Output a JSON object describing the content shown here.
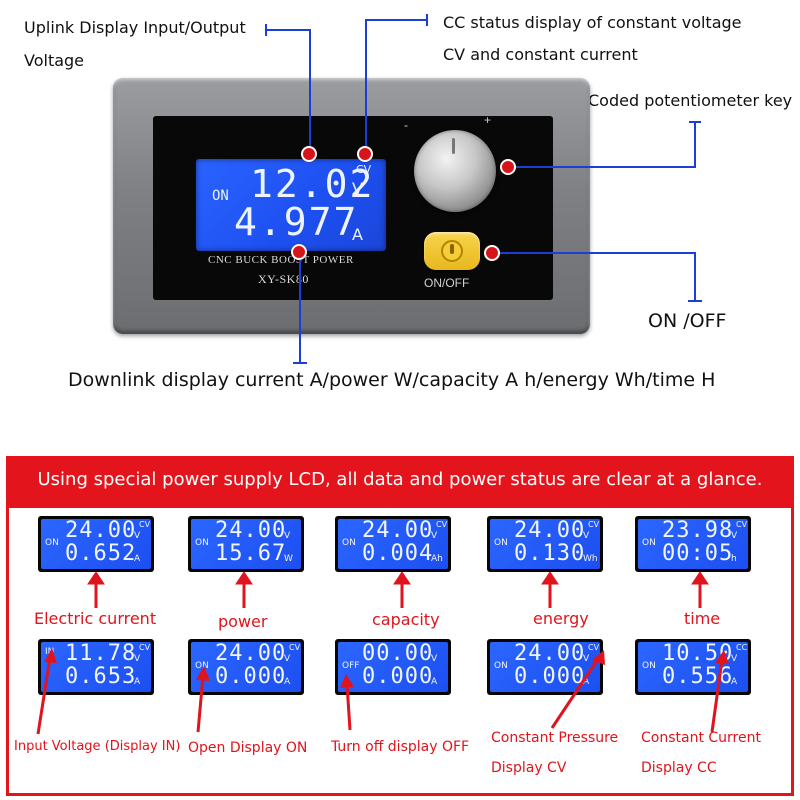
{
  "top": {
    "callout_uplink_line1": "Uplink Display Input/Output",
    "callout_uplink_line2": "Voltage",
    "callout_cc_line1": "CC status display of constant voltage",
    "callout_cc_line2": "CV and constant current",
    "callout_knob": "Coded potentiometer key",
    "callout_onoff": "ON /OFF",
    "callout_downlink": "Downlink display current A/power W/capacity A h/energy Wh/time H"
  },
  "device": {
    "state": "ON",
    "voltage": "12.02",
    "voltage_unit": "V",
    "mode": "CV",
    "current": "4.977",
    "current_unit": "A",
    "brand_line1": "CNC BUCK BOOST POWER",
    "brand_line2": "XY-SK80",
    "knob_minus": "-",
    "knob_plus": "+",
    "button_label": "ON/OFF"
  },
  "banner": {
    "text": "Using special power supply LCD, all data and power status are clear at a glance."
  },
  "row1": [
    {
      "state": "ON",
      "line1": "24.00",
      "unit1": "V",
      "mode": "CV",
      "line2": "0.652",
      "unit2": "A",
      "label": "Electric current"
    },
    {
      "state": "ON",
      "line1": "24.00",
      "unit1": "V",
      "mode": "",
      "line2": "15.67",
      "unit2": "W",
      "label": "power"
    },
    {
      "state": "ON",
      "line1": "24.00",
      "unit1": "V",
      "mode": "CV",
      "line2": "0.004",
      "unit2": "Ah",
      "label": "capacity"
    },
    {
      "state": "ON",
      "line1": "24.00",
      "unit1": "V",
      "mode": "CV",
      "line2": "0.130",
      "unit2": "Wh",
      "label": "energy"
    },
    {
      "state": "ON",
      "line1": "23.98",
      "unit1": "V",
      "mode": "CV",
      "line2": "00:05",
      "unit2": "h",
      "label": "time"
    }
  ],
  "row2": [
    {
      "state": "IN",
      "line1": "11.78",
      "unit1": "V",
      "mode": "CV",
      "line2": "0.653",
      "unit2": "A",
      "label1": "Input Voltage (Display IN)",
      "label2": ""
    },
    {
      "state": "ON",
      "line1": "24.00",
      "unit1": "V",
      "mode": "CV",
      "line2": "0.000",
      "unit2": "A",
      "label1": "Open Display ON",
      "label2": ""
    },
    {
      "state": "OFF",
      "line1": "00.00",
      "unit1": "V",
      "mode": "",
      "line2": "0.000",
      "unit2": "A",
      "label1": "Turn off display OFF",
      "label2": ""
    },
    {
      "state": "ON",
      "line1": "24.00",
      "unit1": "V",
      "mode": "CV",
      "line2": "0.000",
      "unit2": "A",
      "label1": "Constant Pressure",
      "label2": "Display CV"
    },
    {
      "state": "ON",
      "line1": "10.50",
      "unit1": "V",
      "mode": "CC",
      "line2": "0.556",
      "unit2": "A",
      "label1": "Constant Current",
      "label2": "Display CC"
    }
  ],
  "colors": {
    "callout_line": "#1b3fd6",
    "accent_red": "#e4141c",
    "lcd_blue": "#1d4ff0"
  }
}
